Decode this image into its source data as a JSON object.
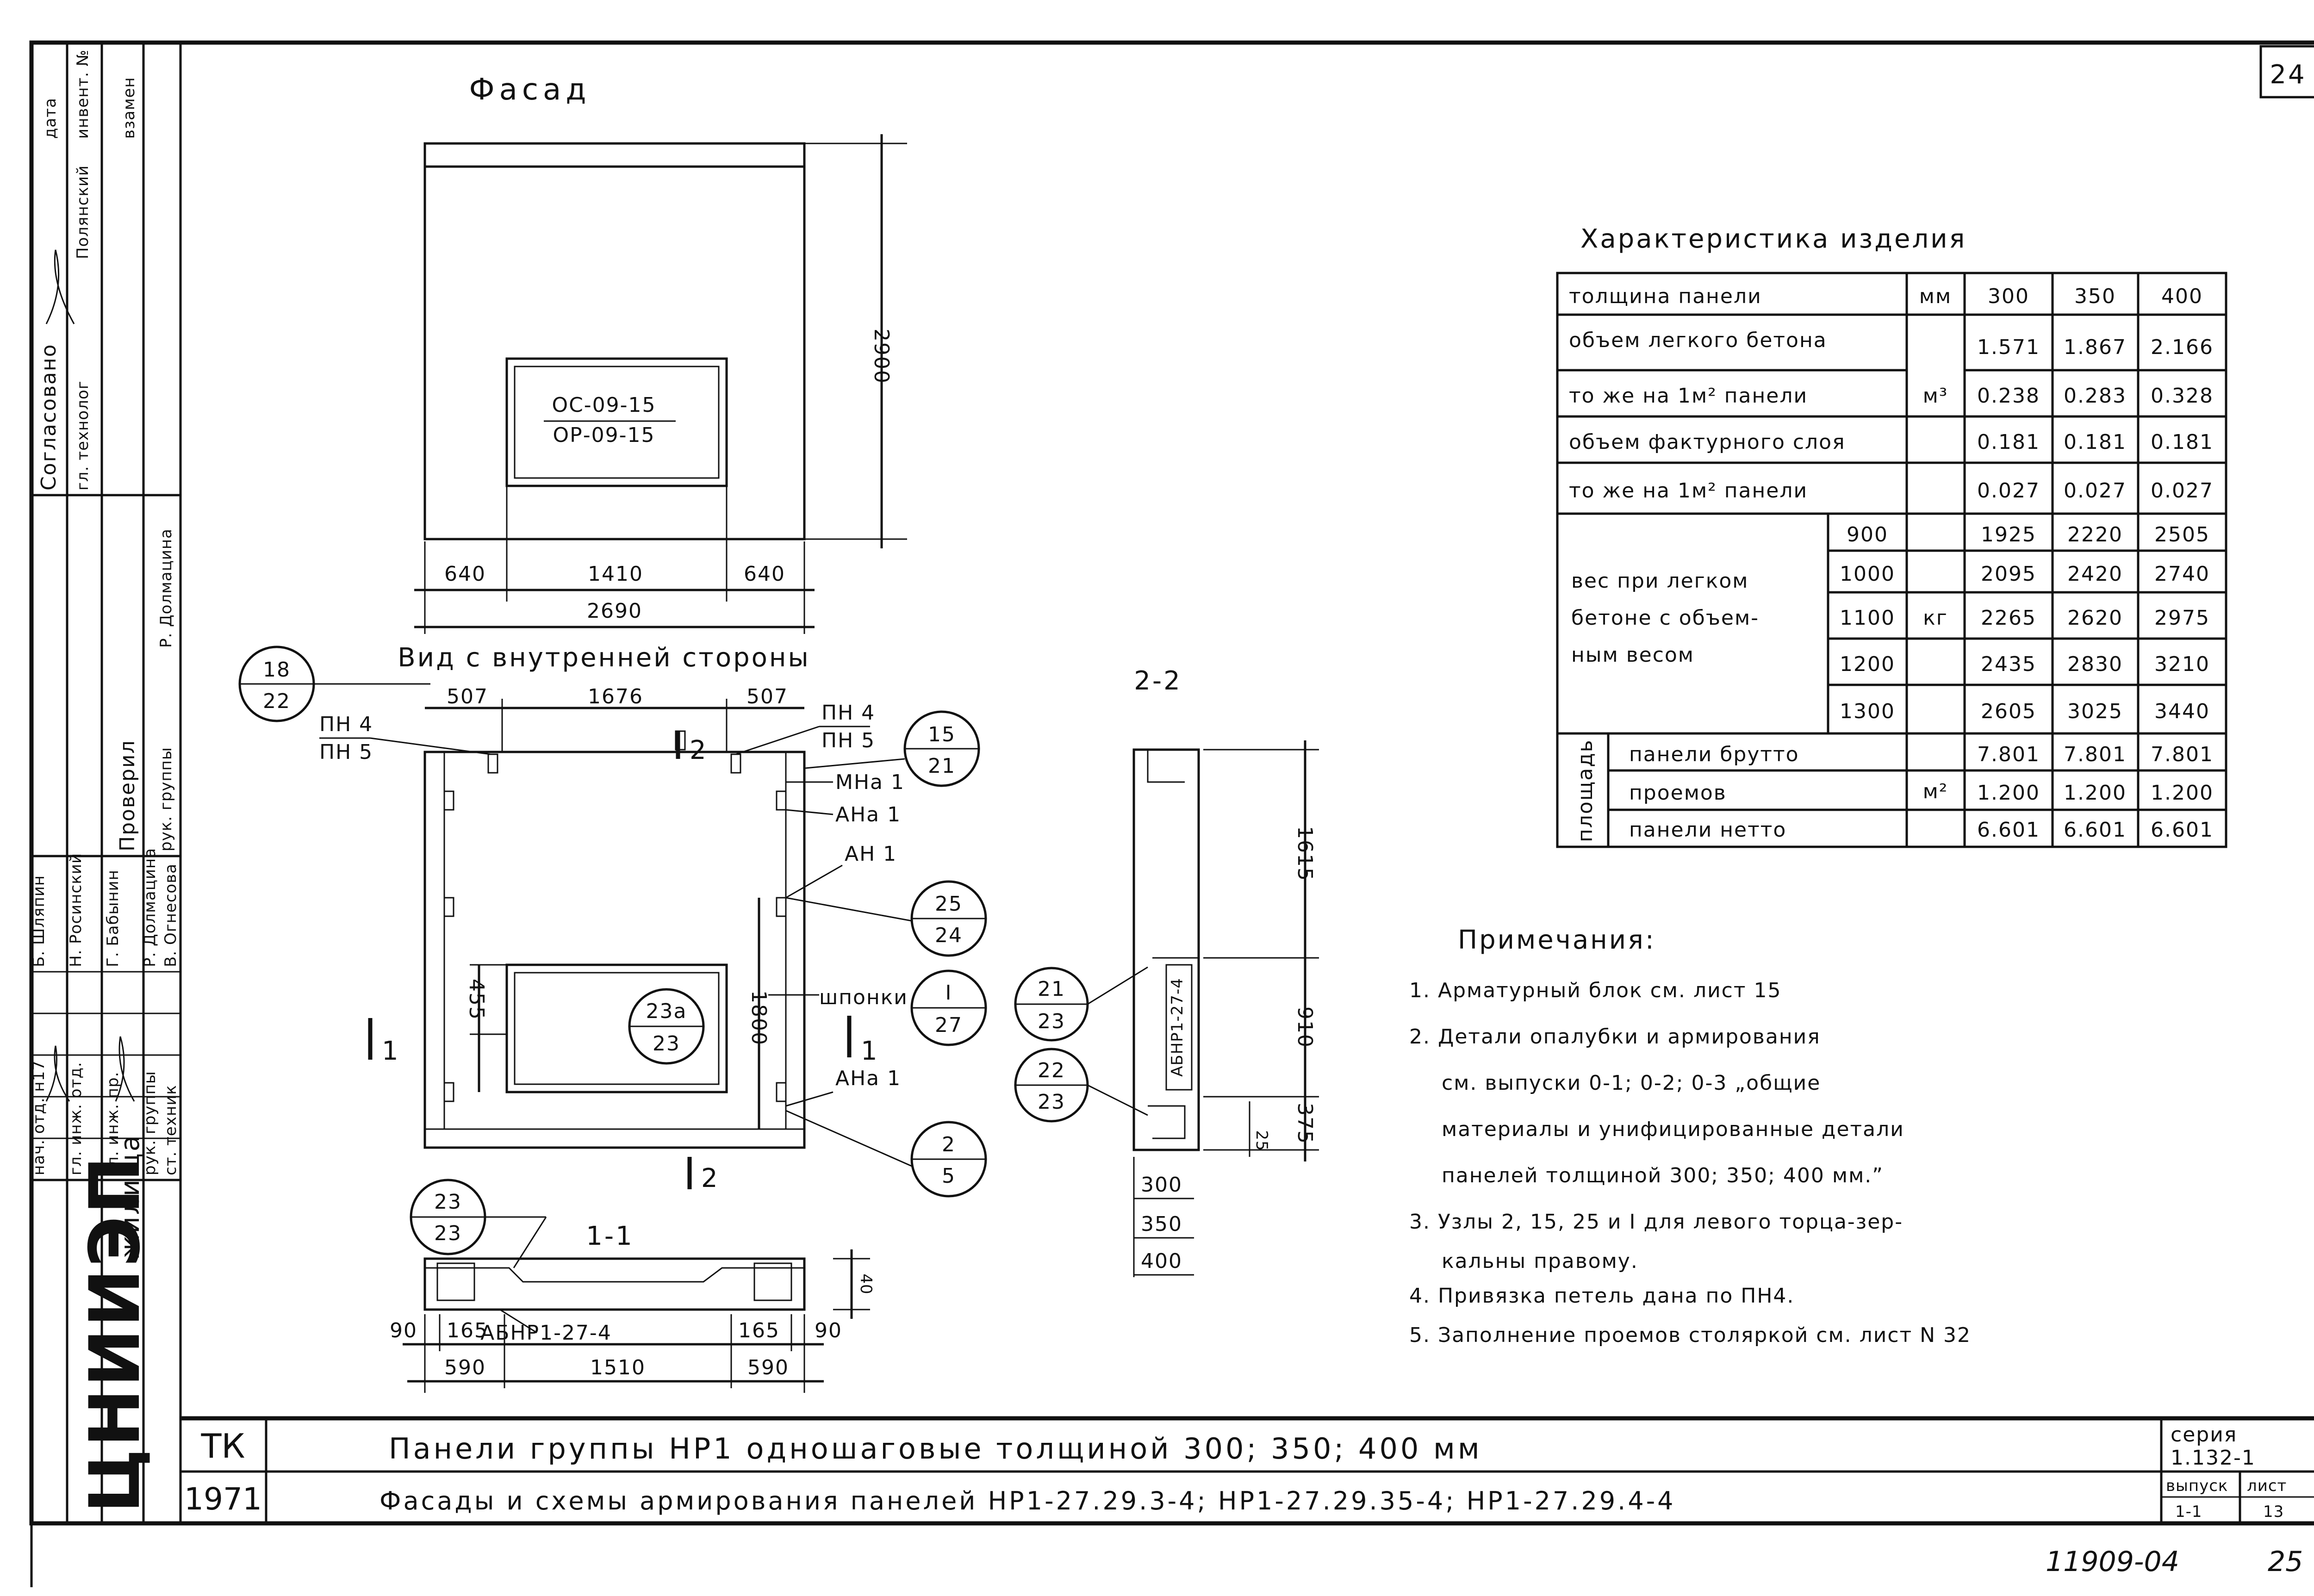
{
  "sheet_number": "24",
  "doc_code": "11909-04",
  "doc_page": "25",
  "facade": {
    "title": "Фасад",
    "window_label_1": "ОС-09-15",
    "window_label_2": "ОР-09-15",
    "dim_height": "2900",
    "dim_left": "640",
    "dim_mid": "1410",
    "dim_right": "640",
    "dim_total": "2690"
  },
  "inner_view": {
    "title": "Вид с внутренней стороны",
    "dim_left": "507",
    "dim_mid": "1676",
    "dim_right": "507",
    "dim_window_h": "455",
    "dim_height": "1800",
    "pn4_left": "ПН 4",
    "pn5_left": "ПН 5",
    "pn4_right": "ПН 4",
    "pn5_right": "ПН 5",
    "mna1": "МНа 1",
    "ana1_top": "АНа 1",
    "an1": "АН 1",
    "shponki": "шпонки",
    "ana1_bottom": "АНа 1",
    "cut_1_left": "1",
    "cut_1_right": "1",
    "cut_2_top": "2",
    "cut_2_bottom": "2",
    "nodes": [
      {
        "num": "18",
        "den": "22"
      },
      {
        "num": "15",
        "den": "21"
      },
      {
        "num": "25",
        "den": "24"
      },
      {
        "num": "I",
        "den": "27"
      },
      {
        "num": "2",
        "den": "5"
      },
      {
        "num": "23а",
        "den": "23"
      },
      {
        "num": "23",
        "den": "23"
      }
    ]
  },
  "section_1_1": {
    "title": "1-1",
    "block_label": "АБНР1-27-4",
    "dim_40": "40",
    "dim_90_left": "90",
    "dim_165_left": "165",
    "dim_165_right": "165",
    "dim_90_right": "90",
    "dim_590_left": "590",
    "dim_1510": "1510",
    "dim_590_right": "590"
  },
  "section_2_2": {
    "title": "2-2",
    "block_label": "АБНР1-27-4",
    "dim_1615": "1615",
    "dim_910": "910",
    "dim_375": "375",
    "dim_25": "25",
    "t300": "300",
    "t350": "350",
    "t400": "400",
    "nodes": [
      {
        "num": "21",
        "den": "23"
      },
      {
        "num": "22",
        "den": "23"
      }
    ]
  },
  "characteristics": {
    "title": "Характеристика изделия",
    "rows": [
      {
        "label": "толщина панели",
        "unit": "мм",
        "v300": "300",
        "v350": "350",
        "v400": "400"
      },
      {
        "label": "объем легкого бетона",
        "unit": "",
        "v300": "1.571",
        "v350": "1.867",
        "v400": "2.166"
      },
      {
        "label": "то же на 1м² панели",
        "unit": "м³",
        "v300": "0.238",
        "v350": "0.283",
        "v400": "0.328"
      },
      {
        "label": "объем фактурного слоя",
        "unit": "",
        "v300": "0.181",
        "v350": "0.181",
        "v400": "0.181"
      },
      {
        "label": "то же на 1м² панели",
        "unit": "",
        "v300": "0.027",
        "v350": "0.027",
        "v400": "0.027"
      }
    ],
    "weight_label_1": "вес при легком",
    "weight_label_2": "бетоне с объем-",
    "weight_label_3": "ным весом",
    "weight_unit": "кг",
    "weight_rows": [
      {
        "density": "900",
        "v300": "1925",
        "v350": "2220",
        "v400": "2505"
      },
      {
        "density": "1000",
        "v300": "2095",
        "v350": "2420",
        "v400": "2740"
      },
      {
        "density": "1100",
        "v300": "2265",
        "v350": "2620",
        "v400": "2975"
      },
      {
        "density": "1200",
        "v300": "2435",
        "v350": "2830",
        "v400": "3210"
      },
      {
        "density": "1300",
        "v300": "2605",
        "v350": "3025",
        "v400": "3440"
      }
    ],
    "area_label": "площадь",
    "area_unit": "м²",
    "area_rows": [
      {
        "label": "панели брутто",
        "v300": "7.801",
        "v350": "7.801",
        "v400": "7.801"
      },
      {
        "label": "проемов",
        "v300": "1.200",
        "v350": "1.200",
        "v400": "1.200"
      },
      {
        "label": "панели нетто",
        "v300": "6.601",
        "v350": "6.601",
        "v400": "6.601"
      }
    ]
  },
  "notes": {
    "title": "Примечания:",
    "lines": [
      "1. Арматурный блок см. лист 15",
      "2. Детали опалубки и армирования",
      "см. выпуски 0-1; 0-2; 0-3 „общие",
      "материалы и унифицированные детали",
      "панелей толщиной 300; 350; 400 мм.”",
      "3. Узлы 2, 15, 25 и I для левого торца-зер-",
      "кальны правому.",
      "4. Привязка петель дана по ПН4.",
      "5. Заполнение проемов столяркой см. лист N 32"
    ]
  },
  "side_stamp": {
    "soglasovano": "Согласовано",
    "gl_tehnolog": "гл. технолог",
    "polyanskiy": "Полянский",
    "data": "дата",
    "invent": "инвент. №",
    "vzamen": "взамен",
    "proveril": "Проверил",
    "ruk_gruppy": "рук. группы",
    "dolmatsina": "Р. Долмацина",
    "staff": [
      {
        "role": "нач. отд. н17",
        "name": "Б. Шляпин"
      },
      {
        "role": "гл. инж. отд.",
        "name": "Н. Росинский"
      },
      {
        "role": "гл. инж. пр.",
        "name": "Г. Бабынин"
      },
      {
        "role": "рук. группы",
        "name": "Р. Долмацина"
      },
      {
        "role": "ст. техник",
        "name": "В. Огнесова"
      }
    ],
    "institute": "ЦНИИЭП",
    "institute_sub": "жилища"
  },
  "title_block": {
    "tk": "ТК",
    "year": "1971",
    "line1": "Панели группы НР1 одношаговые толщиной 300; 350; 400 мм",
    "line2": "Фасады и схемы армирования панелей НР1-27.29.3-4; НР1-27.29.35-4; НР1-27.29.4-4",
    "seria_label": "серия",
    "seria_value": "1.132-1",
    "vypusk_label": "выпуск",
    "vypusk_value": "1-1",
    "list_label": "лист",
    "list_value": "13"
  }
}
